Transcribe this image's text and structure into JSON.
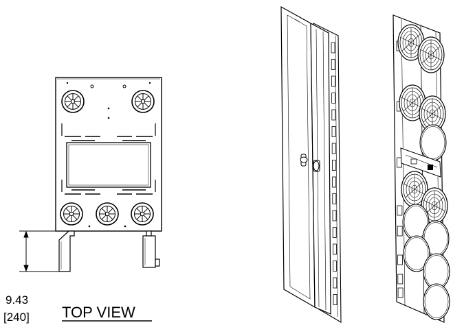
{
  "drawing": {
    "top_view_label": "TOP VIEW",
    "dimension_in": "9.43",
    "dimension_mm": "[240]"
  }
}
